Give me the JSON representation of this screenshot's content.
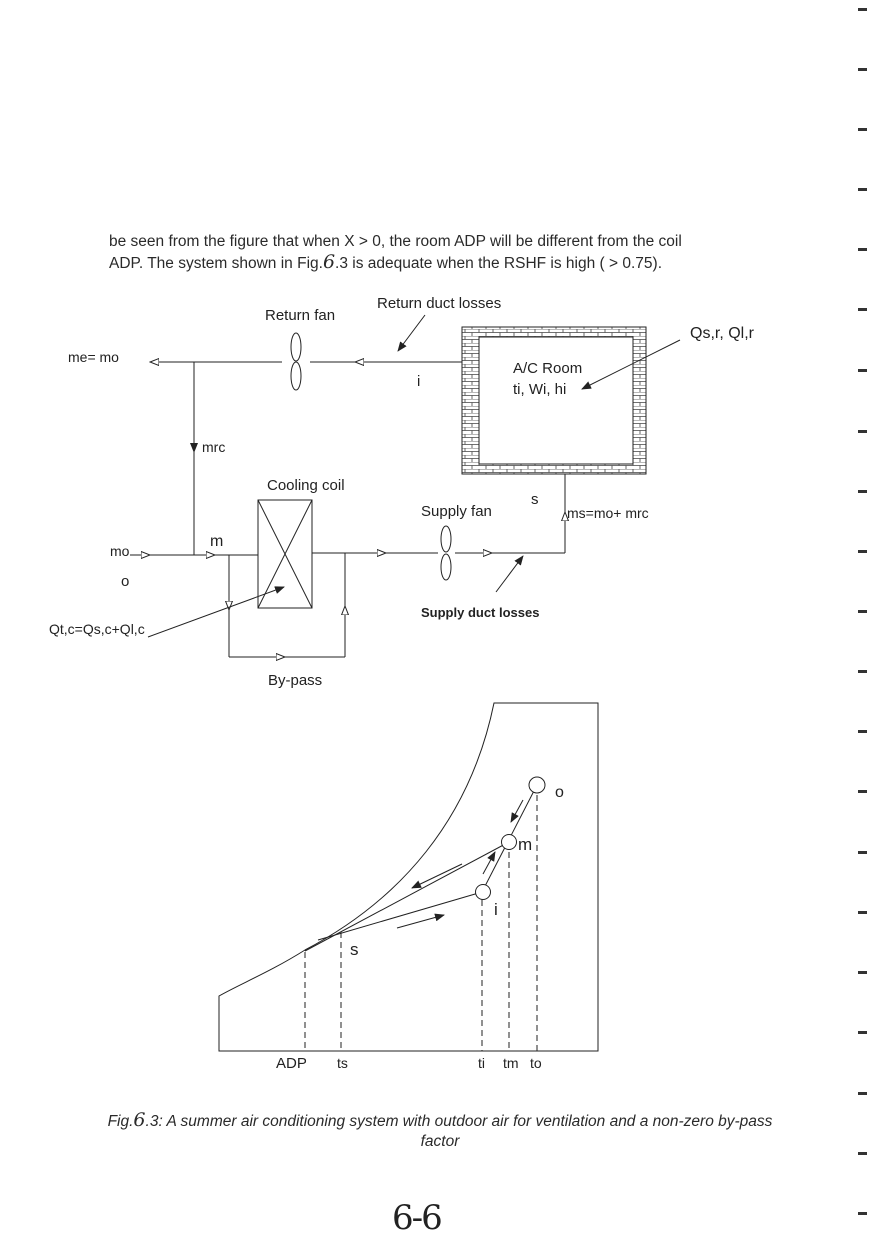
{
  "paragraph": {
    "line1": "be seen from the figure that when X > 0, the room ADP will be different from the coil",
    "line2_a": "ADP. The system shown in Fig.",
    "line2_b": "6",
    "line2_c": ".3 is adequate when the RSHF is high ( > 0.75)."
  },
  "schematic": {
    "return_fan": "Return fan",
    "return_duct_losses": "Return duct losses",
    "room_title": "A/C Room",
    "room_state": "ti, Wi, hi",
    "room_loads": "Qs,r, Ql,r",
    "exhaust": "me= mo",
    "point_i": "i",
    "recirc": "mrc",
    "cooling_coil": "Cooling coil",
    "supply_fan": "Supply fan",
    "point_s": "s",
    "supply_mass": "ms=mo+ mrc",
    "outdoor_mass": "mo",
    "point_o": "o",
    "point_m": "m",
    "coil_load": "Qt,c=Qs,c+Ql,c",
    "supply_duct_losses": "Supply duct losses",
    "bypass": "By-pass"
  },
  "psychrometric": {
    "label_o": "o",
    "label_m": "m",
    "label_i": "i",
    "label_s": "s",
    "axis_ADP": "ADP",
    "axis_ts": "ts",
    "axis_ti": "ti",
    "axis_tm": "tm",
    "axis_to": "to"
  },
  "caption": {
    "prefix": "Fig.",
    "num": "6",
    "suffix": ".3: A summer air conditioning system with outdoor air for ventilation and a non-zero by-pass factor"
  },
  "page_number": "6-6"
}
